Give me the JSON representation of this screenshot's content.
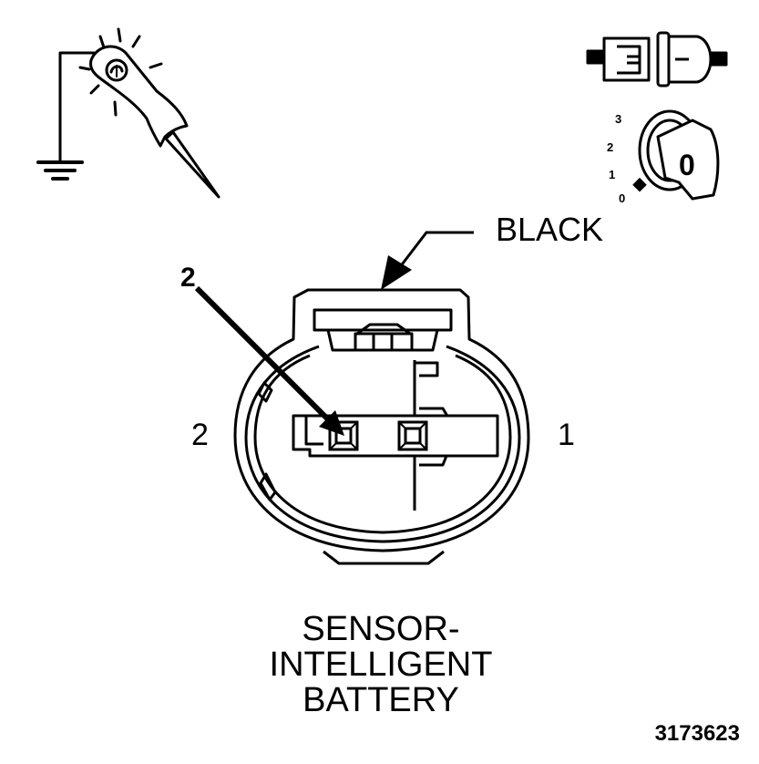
{
  "labels": {
    "wire_color": "BLACK",
    "probe_pin": "2",
    "cavity_left": "2",
    "cavity_right": "1",
    "title_line1": "SENSOR-",
    "title_line2": "INTELLIGENT",
    "title_line3": "BATTERY",
    "figure_number": "3173623"
  },
  "ignition_key": {
    "positions": [
      "3",
      "2",
      "1",
      "0"
    ],
    "key_glyph": "0",
    "selected_position": "0"
  },
  "icons": {
    "probe": "test-probe-ground-icon",
    "connector": "connector-disconnected-icon",
    "ignition": "ignition-key-off-icon"
  },
  "colors": {
    "ink": "#000000",
    "background": "#ffffff"
  }
}
